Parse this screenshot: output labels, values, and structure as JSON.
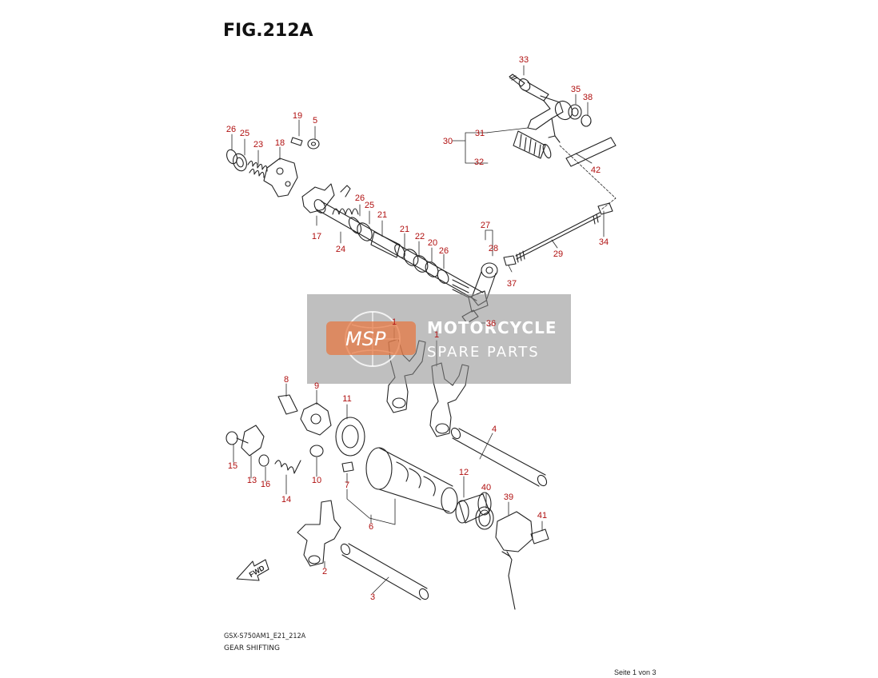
{
  "figure": {
    "title": "FIG.212A",
    "model_code": "GSX-S750AM1_E21_212A",
    "section_name": "GEAR SHIFTING",
    "page_indicator": "Seite 1 von 3"
  },
  "watermark": {
    "logo": "MSP",
    "line1": "MOTORCYCLE",
    "line2": "SPARE PARTS"
  },
  "callouts": [
    "1",
    "1",
    "2",
    "3",
    "4",
    "5",
    "6",
    "7",
    "8",
    "9",
    "10",
    "11",
    "12",
    "13",
    "14",
    "15",
    "16",
    "17",
    "18",
    "19",
    "20",
    "21",
    "21",
    "22",
    "23",
    "24",
    "25",
    "25",
    "26",
    "26",
    "26",
    "27",
    "28",
    "29",
    "30",
    "31",
    "32",
    "33",
    "34",
    "35",
    "36",
    "37",
    "38",
    "39",
    "40",
    "41",
    "42"
  ],
  "fwd_label": "FWD",
  "colors": {
    "callout": "#b01010",
    "line": "#222222",
    "watermark_bg": "#8a8a8a",
    "watermark_logo": "#e8743b"
  }
}
